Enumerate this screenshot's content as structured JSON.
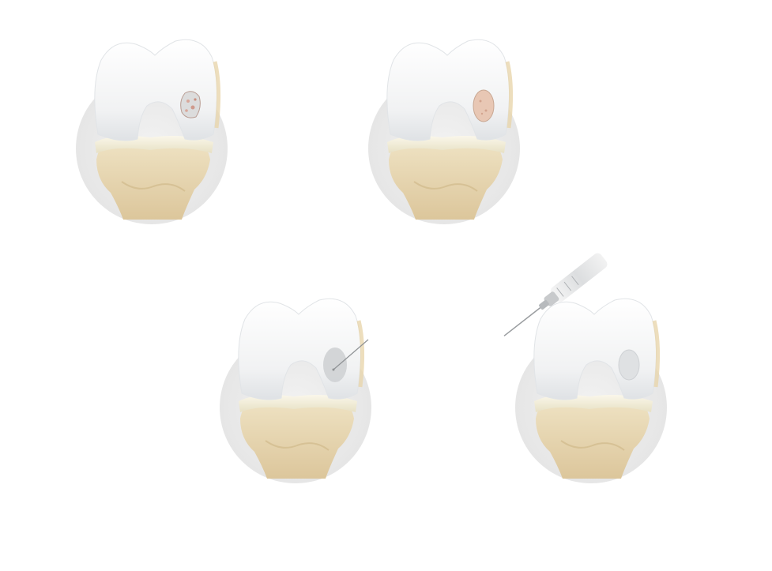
{
  "stages": [
    {
      "id": "stage-1",
      "lesion": "damaged-cartilage"
    },
    {
      "id": "stage-2",
      "lesion": "debrided-defect"
    },
    {
      "id": "stage-3",
      "lesion": "membrane-patch-with-needle"
    },
    {
      "id": "stage-4",
      "lesion": "sealed-patch-with-syringe"
    }
  ],
  "colors": {
    "cartilage": "#f4f5f6",
    "cartilage_shade": "#d9dcdf",
    "bone": "#eadbb8",
    "bone_shade": "#d8c49a",
    "meniscus": "#f3efdc",
    "halo": "#ededed",
    "lesion_damaged": "#d8a79a",
    "lesion_debrided": "#e8c7b4",
    "patch": "#cfd1d4"
  },
  "icons": [
    "knee-joint-icon",
    "syringe-icon",
    "needle-icon"
  ]
}
